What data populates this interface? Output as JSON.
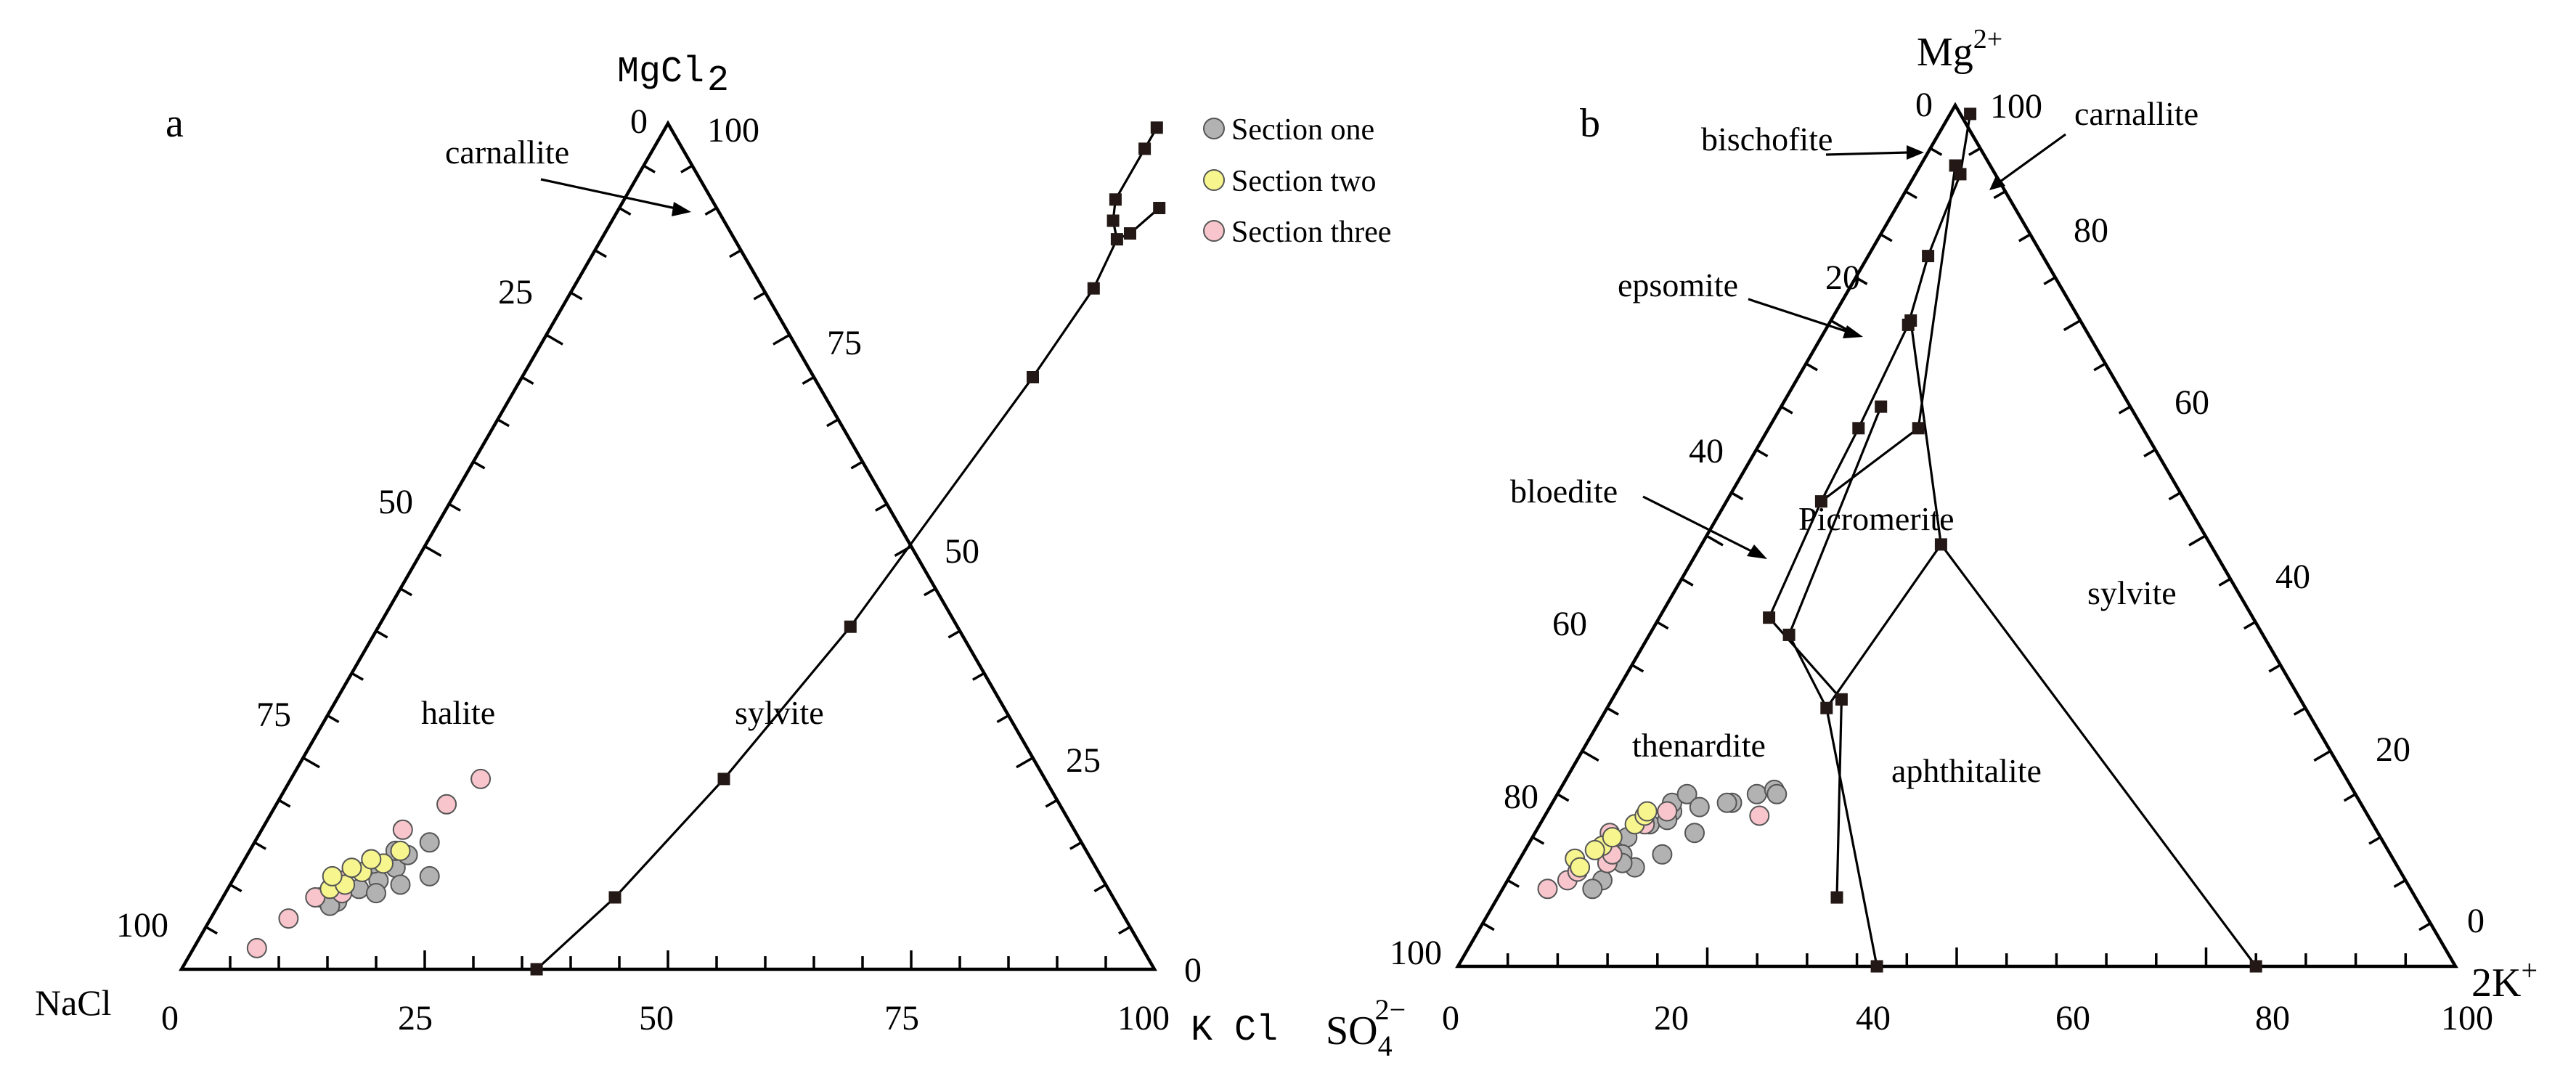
{
  "colors": {
    "section_one": "#b2b2b2",
    "section_two": "#f7f58d",
    "section_three": "#f7c5cb",
    "node": "#231815"
  },
  "legend": {
    "items": [
      {
        "label": "Section one",
        "color": "#b2b2b2"
      },
      {
        "label": "Section two",
        "color": "#f7f58d"
      },
      {
        "label": "Section three",
        "color": "#f7c5cb"
      }
    ]
  },
  "chart_data": [
    {
      "type": "scatter",
      "subtype": "ternary",
      "panel": "a",
      "vertices": {
        "top": "MgCl",
        "top_sub": "2",
        "left": "NaCl",
        "right": "K Cl"
      },
      "bottom_ticks": [
        "0",
        "25",
        "50",
        "75",
        "100"
      ],
      "left_ticks": [
        "0",
        "25",
        "50",
        "75",
        "100"
      ],
      "right_ticks": [
        "100",
        "75",
        "50",
        "25",
        "0"
      ],
      "fields": [
        "halite",
        "sylvite"
      ],
      "annotations": [
        "carnallite"
      ],
      "boundary": {
        "main": [
          [
            0.0,
            36.5
          ],
          [
            8.5,
            40.3
          ],
          [
            22.5,
            44.5
          ],
          [
            40.5,
            48.5
          ],
          [
            70.0,
            52.5
          ],
          [
            80.5,
            53.5
          ],
          [
            86.3,
            53.0
          ],
          [
            88.5,
            51.5
          ],
          [
            91.0,
            50.5
          ],
          [
            97.0,
            50.5
          ],
          [
            99.5,
            50.5
          ]
        ],
        "branch": [
          [
            86.3,
            53.0
          ],
          [
            87.0,
            54.0
          ],
          [
            90.0,
            55.5
          ]
        ]
      },
      "series": [
        {
          "name": "Section one",
          "points": [
            [
              8.0,
              12.0
            ],
            [
              9.5,
              13.5
            ],
            [
              10.5,
              15.0
            ],
            [
              12.0,
              16.0
            ],
            [
              13.5,
              16.5
            ],
            [
              15.0,
              18.0
            ],
            [
              11.0,
              20.0
            ],
            [
              9.0,
              15.5
            ],
            [
              10.0,
              17.5
            ],
            [
              14.0,
              15.0
            ],
            [
              12.5,
              13.5
            ],
            [
              8.5,
              10.0
            ],
            [
              7.5,
              11.5
            ]
          ]
        },
        {
          "name": "Section two",
          "points": [
            [
              9.5,
              10.5
            ],
            [
              10.0,
              11.8
            ],
            [
              11.5,
              12.8
            ],
            [
              12.5,
              14.5
            ],
            [
              14.0,
              15.5
            ],
            [
              13.0,
              13.0
            ],
            [
              11.0,
              10.0
            ],
            [
              12.0,
              11.5
            ]
          ]
        },
        {
          "name": "Section three",
          "points": [
            [
              2.5,
              6.5
            ],
            [
              6.0,
              8.0
            ],
            [
              8.5,
              9.5
            ],
            [
              10.5,
              11.0
            ],
            [
              13.0,
              13.0
            ],
            [
              16.5,
              14.5
            ],
            [
              19.5,
              17.5
            ],
            [
              22.5,
              19.5
            ],
            [
              9.0,
              12.0
            ]
          ]
        }
      ]
    },
    {
      "type": "scatter",
      "subtype": "ternary",
      "panel": "b",
      "vertices": {
        "top": "Mg",
        "top_sup": "2+",
        "left": "SO",
        "left_sub": "4",
        "left_sup": "2−",
        "right": "2K",
        "right_sup": "+"
      },
      "bottom_ticks": [
        "0",
        "20",
        "40",
        "60",
        "80",
        "100"
      ],
      "left_ticks": [
        "0",
        "20",
        "40",
        "60",
        "80",
        "100"
      ],
      "right_ticks": [
        "100",
        "80",
        "60",
        "40",
        "20",
        "0"
      ],
      "fields": [
        "Picromerite",
        "sylvite",
        "thenardite",
        "aphthitalite"
      ],
      "annotations": [
        "bischofite",
        "carnallite",
        "epsomite",
        "bloedite"
      ],
      "boundary": [
        [
          [
            8.0,
            34.0
          ],
          [
            31.0,
            23.0
          ],
          [
            40.5,
            11.0
          ],
          [
            54.0,
            9.5
          ],
          [
            62.5,
            9.0
          ],
          [
            74.5,
            8.0
          ],
          [
            82.5,
            6.0
          ],
          [
            92.0,
            4.5
          ],
          [
            99.0,
            2.0
          ]
        ],
        [
          [
            0.0,
            42.0
          ],
          [
            30.0,
            22.0
          ]
        ],
        [
          [
            30.0,
            22.0
          ],
          [
            38.5,
            14.0
          ],
          [
            65.0,
            10.0
          ]
        ],
        [
          [
            30.0,
            22.0
          ],
          [
            49.0,
            24.0
          ],
          [
            0.0,
            80.0
          ]
        ],
        [
          [
            49.0,
            24.0
          ],
          [
            75.0,
            8.0
          ]
        ],
        [
          [
            54.0,
            9.5
          ],
          [
            62.5,
            15.0
          ],
          [
            93.0,
            3.5
          ]
        ]
      ],
      "series": [
        {
          "name": "Section one",
          "points": [
            [
              14.0,
              8.0
            ],
            [
              15.0,
              9.5
            ],
            [
              16.5,
              11.0
            ],
            [
              18.0,
              12.5
            ],
            [
              13.0,
              10.0
            ],
            [
              19.0,
              12.0
            ],
            [
              17.0,
              12.5
            ],
            [
              20.0,
              13.0
            ],
            [
              18.5,
              15.0
            ],
            [
              19.0,
              18.0
            ],
            [
              20.0,
              20.0
            ],
            [
              20.5,
              21.5
            ],
            [
              20.0,
              22.0
            ],
            [
              19.0,
              17.5
            ],
            [
              15.5,
              16.0
            ],
            [
              13.0,
              14.0
            ],
            [
              11.5,
              12.0
            ],
            [
              10.0,
              9.5
            ],
            [
              12.0,
              10.5
            ],
            [
              9.0,
              9.0
            ]
          ]
        },
        {
          "name": "Section two",
          "points": [
            [
              12.5,
              5.5
            ],
            [
              14.0,
              7.5
            ],
            [
              15.0,
              8.0
            ],
            [
              16.5,
              9.5
            ],
            [
              17.5,
              10.0
            ],
            [
              18.0,
              10.0
            ],
            [
              13.5,
              7.0
            ],
            [
              11.5,
              6.5
            ]
          ]
        },
        {
          "name": "Section three",
          "points": [
            [
              9.0,
              4.5
            ],
            [
              10.0,
              6.0
            ],
            [
              11.0,
              6.5
            ],
            [
              14.0,
              8.0
            ],
            [
              15.5,
              7.5
            ],
            [
              16.5,
              10.5
            ],
            [
              18.0,
              12.0
            ],
            [
              12.0,
              9.0
            ],
            [
              17.5,
              21.5
            ],
            [
              13.0,
              9.0
            ]
          ]
        }
      ]
    }
  ]
}
